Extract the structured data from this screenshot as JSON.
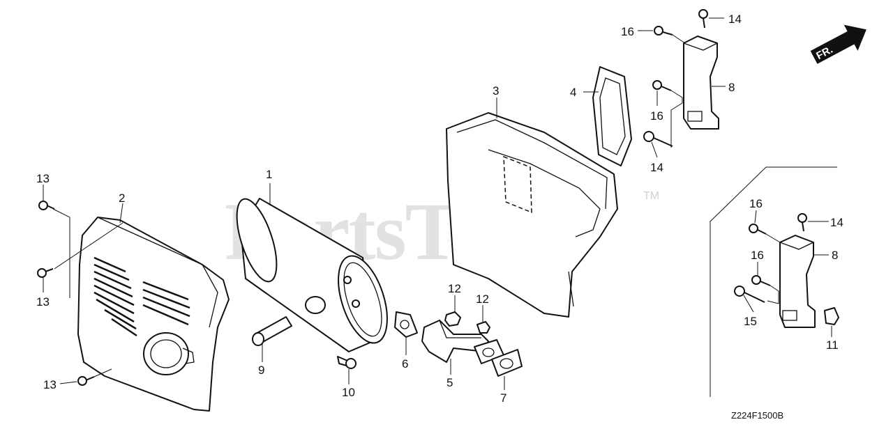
{
  "watermark": {
    "text": "PartsTree",
    "trademark": "TM"
  },
  "diagram_code": "Z224F1500B",
  "orientation": {
    "label": "FR."
  },
  "callouts": {
    "c1": "1",
    "c2": "2",
    "c3": "3",
    "c4": "4",
    "c5": "5",
    "c6": "6",
    "c7": "7",
    "c8a": "8",
    "c8b": "8",
    "c9": "9",
    "c10": "10",
    "c11": "11",
    "c12a": "12",
    "c12b": "12",
    "c13a": "13",
    "c13b": "13",
    "c13c": "13",
    "c14a": "14",
    "c14b": "14",
    "c14c": "14",
    "c15": "15",
    "c16a": "16",
    "c16b": "16",
    "c16c": "16",
    "c16d": "16"
  }
}
